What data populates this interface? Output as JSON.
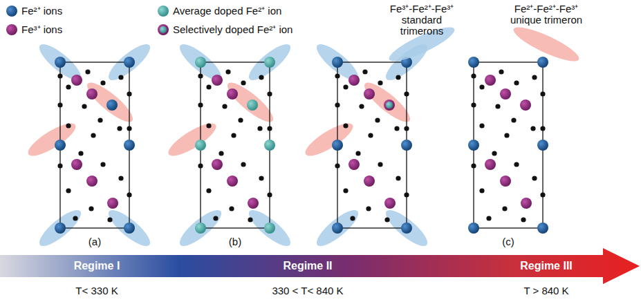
{
  "diagram": {
    "labels": [
      "(a)",
      "(b)",
      "(c)",
      "Regime I",
      "T< 330 K",
      "Regime II",
      "330 < T< 840 K",
      "Regime III",
      "T > 840 K"
    ],
    "legend": [
      {
        "text": "Fe²⁺ ions",
        "color": "#1f5a96"
      },
      {
        "text": "Fe³⁺ ions",
        "color": "#8b2a7a"
      },
      {
        "text": "Average doped Fe²⁺ ion",
        "color": "#4fa9a6"
      },
      {
        "text": "Selectively doped Fe²⁺ ion"
      },
      {
        "text": "Fe³⁺-Fe²⁺-Fe³⁺ standard trimerons",
        "color": "#a9cde8"
      },
      {
        "text": "Fe²⁺-Fe²⁺-Fe³⁺ unique trimeron",
        "color": "#f4b0a8"
      }
    ]
  }
}
